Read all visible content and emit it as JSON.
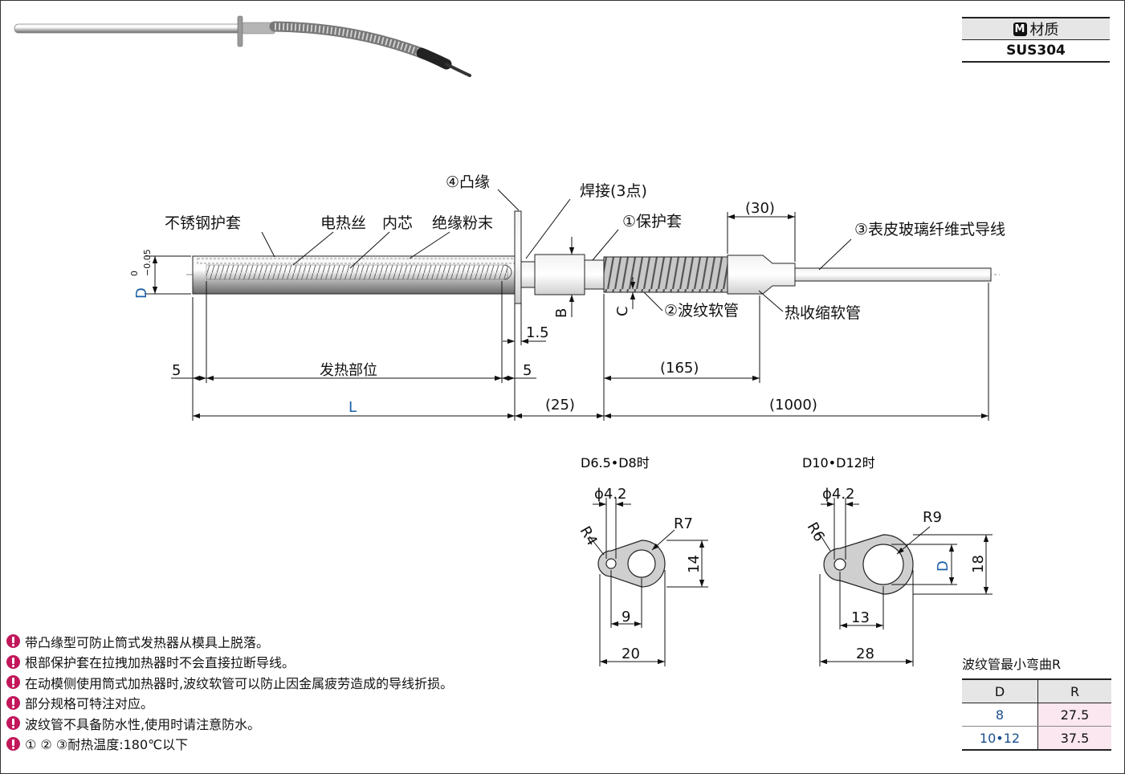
{
  "material": {
    "badge": "M",
    "label": "材质",
    "value": "SUS304"
  },
  "callouts": {
    "flange": "④凸缘",
    "weld": "焊接(3点)",
    "sleeve": "①保护套",
    "jacket": "不锈钢护套",
    "wire": "电热丝",
    "core": "内芯",
    "powder": "绝缘粉末",
    "lead": "③表皮玻璃纤维式导线",
    "bellows": "②波纹软管",
    "shrink": "热收缩软管"
  },
  "dims": {
    "shrink_len": "(30)",
    "tol_upper": "0",
    "tol_lower": "−0.05",
    "d": "D",
    "b": "B",
    "c": "C",
    "flange_t": "1.5",
    "left5": "5",
    "heat_zone": "发热部位",
    "right5": "5",
    "l165": "(165)",
    "len_l": "L",
    "l25": "(25)",
    "l1000": "(1000)"
  },
  "details": {
    "small": {
      "title": "D6.5•D8时",
      "hole": "ϕ4.2",
      "r_small": "R4",
      "r_big": "R7",
      "height": "14",
      "pitch": "9",
      "width": "20"
    },
    "large": {
      "title": "D10•D12时",
      "hole": "ϕ4.2",
      "r_small": "R6",
      "r_big": "R9",
      "d": "D",
      "height": "18",
      "pitch": "13",
      "width": "28"
    }
  },
  "notes": [
    "带凸缘型可防止筒式发热器从模具上脱落。",
    "根部保护套在拉拽加热器时不会直接拉断导线。",
    "在动模侧使用筒式加热器时,波纹软管可以防止因金属疲劳造成的导线折损。",
    "部分规格可特注对应。",
    "波纹管不具备防水性,使用时请注意防水。",
    "① ② ③耐热温度:180℃以下"
  ],
  "bend_table": {
    "title": "波纹管最小弯曲R",
    "headers": [
      "D",
      "R"
    ],
    "rows": [
      [
        "8",
        "27.5"
      ],
      [
        "10•12",
        "37.5"
      ]
    ]
  },
  "colors": {
    "dim_blue": "#1a5fa8",
    "note_icon": "#c2185b",
    "table_pink": "#fbe7ef",
    "table_blue": "#1a4f8f"
  }
}
